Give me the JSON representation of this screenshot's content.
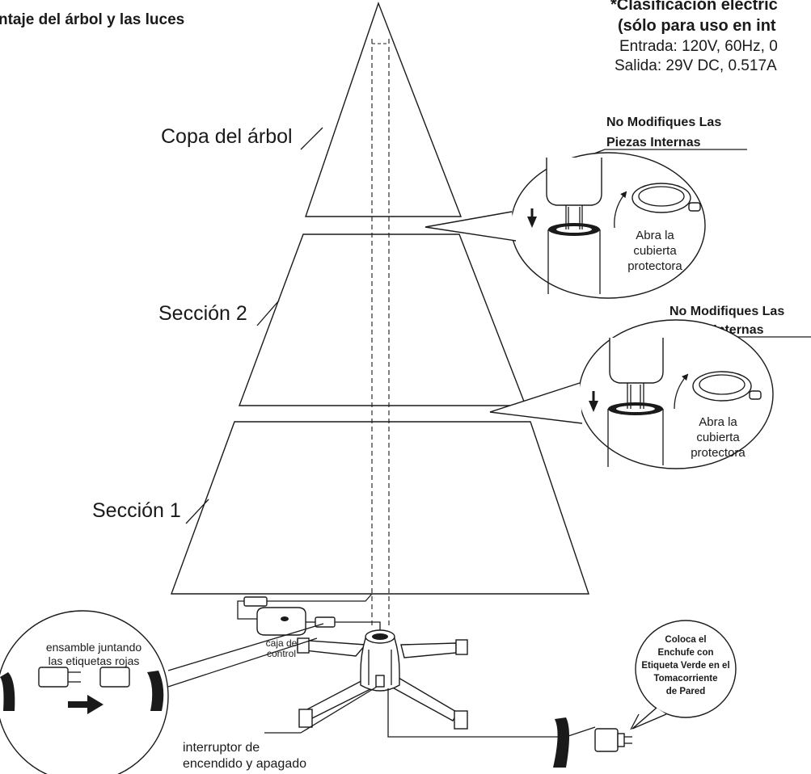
{
  "header": {
    "title": "ntaje del árbol y las luces",
    "rating_title": "*Clasificación eléctric",
    "rating_subtitle": "(sólo para uso en int",
    "rating_input": "Entrada: 120V, 60Hz, 0",
    "rating_output": "Salida: 29V DC, 0.517A"
  },
  "tree": {
    "top_label": "Copa del árbol",
    "section2_label": "Sección 2",
    "section1_label": "Sección 1"
  },
  "callouts": [
    {
      "warning_line1": "No Modifiques Las",
      "warning_line2": "Piezas Internas",
      "instruction_line1": "Abra la",
      "instruction_line2": "cubierta",
      "instruction_line3": "protectora"
    },
    {
      "warning_line1": "No Modifiques Las",
      "warning_line2": "Piezas Internas",
      "instruction_line1": "Abra la",
      "instruction_line2": "cubierta",
      "instruction_line3": "protectora"
    }
  ],
  "connector": {
    "line1": "ensamble juntando",
    "line2": "las etiquetas rojas"
  },
  "control_box": {
    "line1": "caja de",
    "line2": "control"
  },
  "switch": {
    "line1": "interruptor de",
    "line2": "encendido y apagado"
  },
  "plug_note": {
    "line1": "Coloca el",
    "line2": "Enchufe con",
    "line3": "Etiqueta Verde en el",
    "line4": "Tomacorriente",
    "line5": "de Pared"
  }
}
